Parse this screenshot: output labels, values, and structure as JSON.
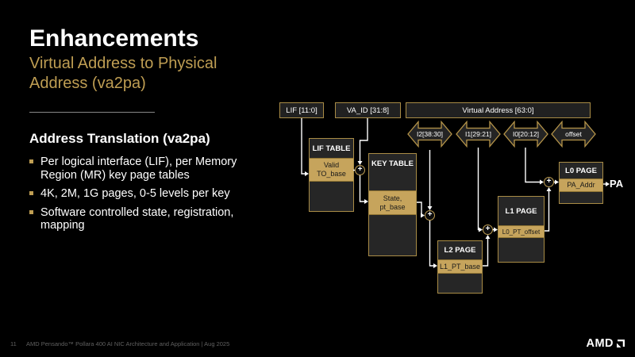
{
  "slide": {
    "title": "Enhancements",
    "subtitle": "Virtual Address to Physical Address (va2pa)",
    "section_heading": "Address Translation (va2pa)",
    "bullets": [
      "Per logical interface (LIF), per Memory Region (MR) key page tables",
      "4K, 2M, 1G pages, 0-5 levels per key",
      "Software controlled state, registration, mapping"
    ],
    "footer": {
      "page_number": "11",
      "text": "AMD Pensando™ Pollara 400 AI NIC Architecture and Application   |   Aug 2025",
      "logo_text": "AMD"
    }
  },
  "diagram": {
    "input_fields": [
      {
        "label": "LIF [11:0]"
      },
      {
        "label": "VA_ID [31:8]"
      },
      {
        "label": "Virtual Address [63:0]"
      }
    ],
    "index_arrows": [
      {
        "label": "I2[38:30]"
      },
      {
        "label": "I1[29:21]"
      },
      {
        "label": "I0[20:12]"
      },
      {
        "label": "offset"
      }
    ],
    "tables": {
      "lif_table": {
        "title": "LIF TABLE",
        "entry": "Valid\nTO_base"
      },
      "key_table": {
        "title": "KEY TABLE",
        "entry": "State,\npt_base"
      },
      "l2_page": {
        "title": "L2 PAGE",
        "entry": "L1_PT_base"
      },
      "l1_page": {
        "title": "L1 PAGE",
        "entry": "L0_PT_offset"
      },
      "l0_page": {
        "title": "L0 PAGE",
        "entry": "PA_Addr"
      }
    },
    "adder_symbol": "+",
    "output_label": "PA"
  },
  "colors": {
    "background": "#000000",
    "accent_gold": "#bf9e53",
    "gold_fill": "#c6a45c",
    "box_border_gold": "#a98c46",
    "box_dark": "#262626",
    "text_white": "#ffffff",
    "footer_gray": "#606060"
  }
}
